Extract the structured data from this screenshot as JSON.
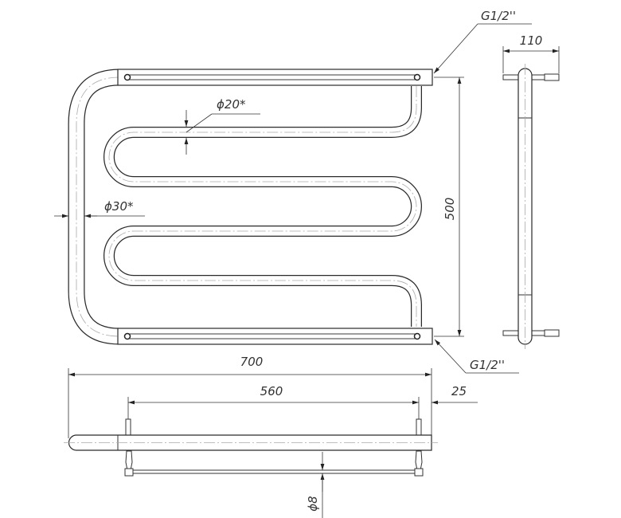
{
  "labels": {
    "thread_top": "G1/2''",
    "thread_bottom": "G1/2''",
    "depth": "110",
    "tube_small_dia": "ϕ20*",
    "tube_large_dia": "ϕ30*",
    "height": "500",
    "width_total": "700",
    "width_centers": "560",
    "offset": "25",
    "rod_dia": "ϕ8"
  }
}
